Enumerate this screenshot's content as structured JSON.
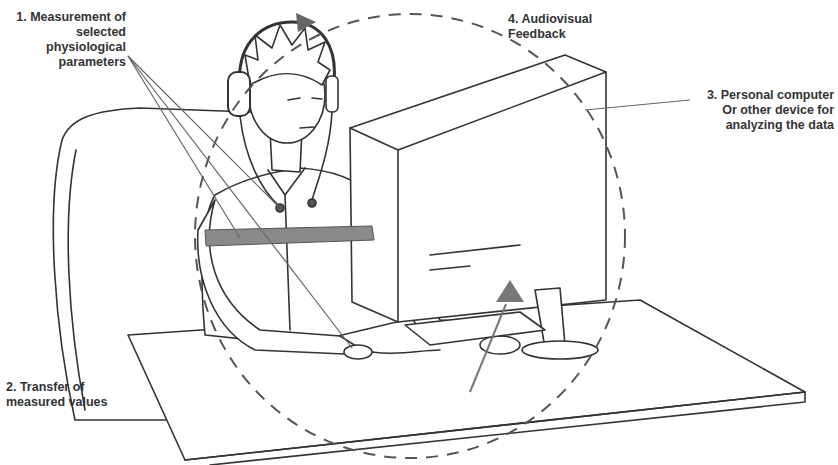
{
  "diagram": {
    "labels": [
      "1. Measurement of selected physiological parameters",
      "2. Transfer of measured values",
      "3. Personal computer Or other device for analyzing the data",
      "4. Audiovisual Feedback"
    ]
  }
}
